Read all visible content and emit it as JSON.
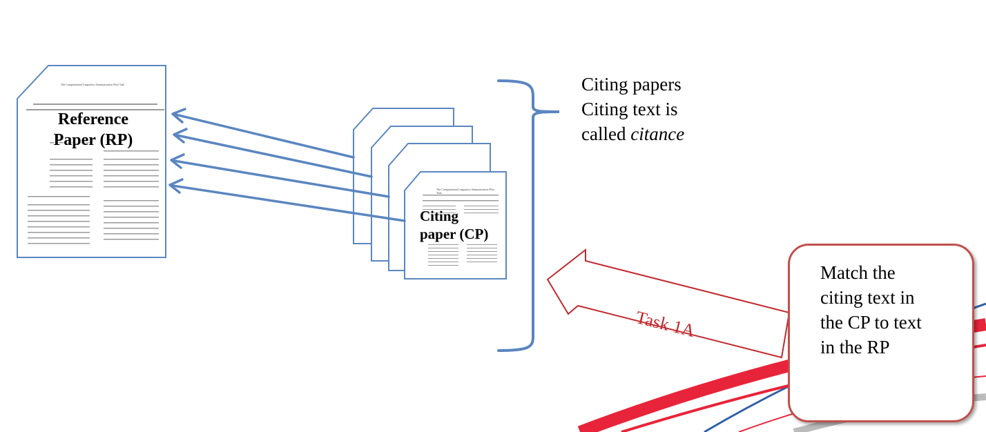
{
  "diagram": {
    "reference_paper": {
      "doc_title": "The Computational Linguistics Summarization Pilot Task",
      "label_line1": "Reference",
      "label_line2": "Paper (RP)"
    },
    "citing_paper": {
      "doc_title": "The Computational Linguistics Summarization Pilot Task",
      "label_line1": "Citing",
      "label_line2": "paper (CP)"
    },
    "citing_group": {
      "line1": "Citing papers",
      "line2": "Citing text is",
      "line3_prefix": "called ",
      "line3_emphasis": "citance"
    },
    "task_arrow": {
      "label": "Task 1A"
    },
    "task_box": {
      "line1": "Match the",
      "line2": "citing text in",
      "line3": "the CP to text",
      "line4": "in the RP"
    },
    "colors": {
      "arrow_blue": "#5a86c0",
      "task_red": "#c0282d",
      "box_border": "#c0504d",
      "deco_blue": "#2f5fa6",
      "deco_red": "#e8243a"
    }
  }
}
